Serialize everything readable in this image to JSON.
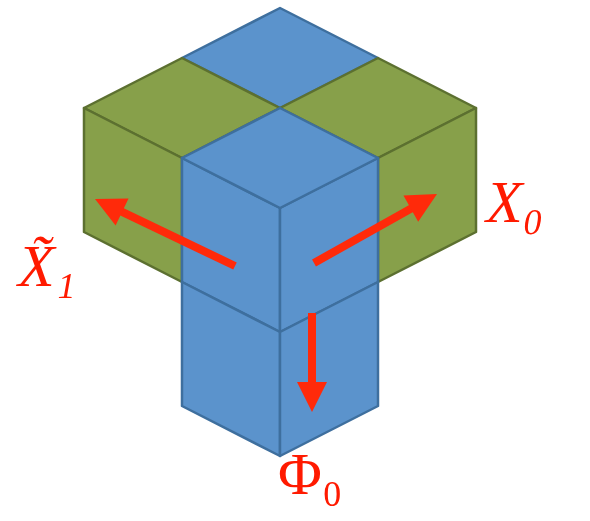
{
  "diagram": {
    "labels": [
      "X̃₁",
      "X₀",
      "Φ₀"
    ]
  }
}
